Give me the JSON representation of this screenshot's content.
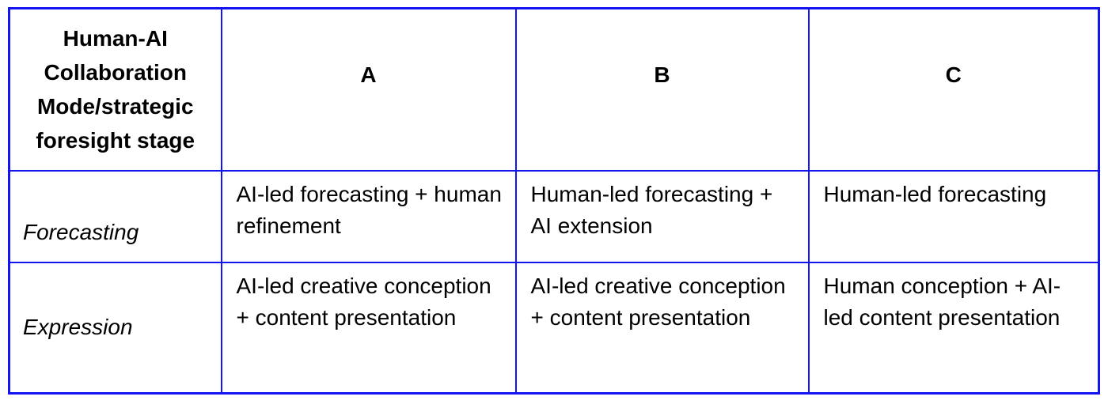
{
  "table": {
    "border_color": "#1414f0",
    "text_color": "#000000",
    "background_color": "#ffffff",
    "header": {
      "corner_label": "Human-AI Collaboration Mode/strategic foresight stage",
      "columns": [
        "A",
        "B",
        "C"
      ]
    },
    "rows": [
      {
        "label": "Forecasting",
        "cells": [
          "AI-led forecasting + human refinement",
          "Human-led forecasting + AI extension",
          "Human-led forecasting"
        ]
      },
      {
        "label": "Expression",
        "cells": [
          "AI-led creative conception + content presentation",
          "AI-led creative conception + content presentation",
          "Human conception + AI-led content presentation"
        ]
      }
    ]
  }
}
